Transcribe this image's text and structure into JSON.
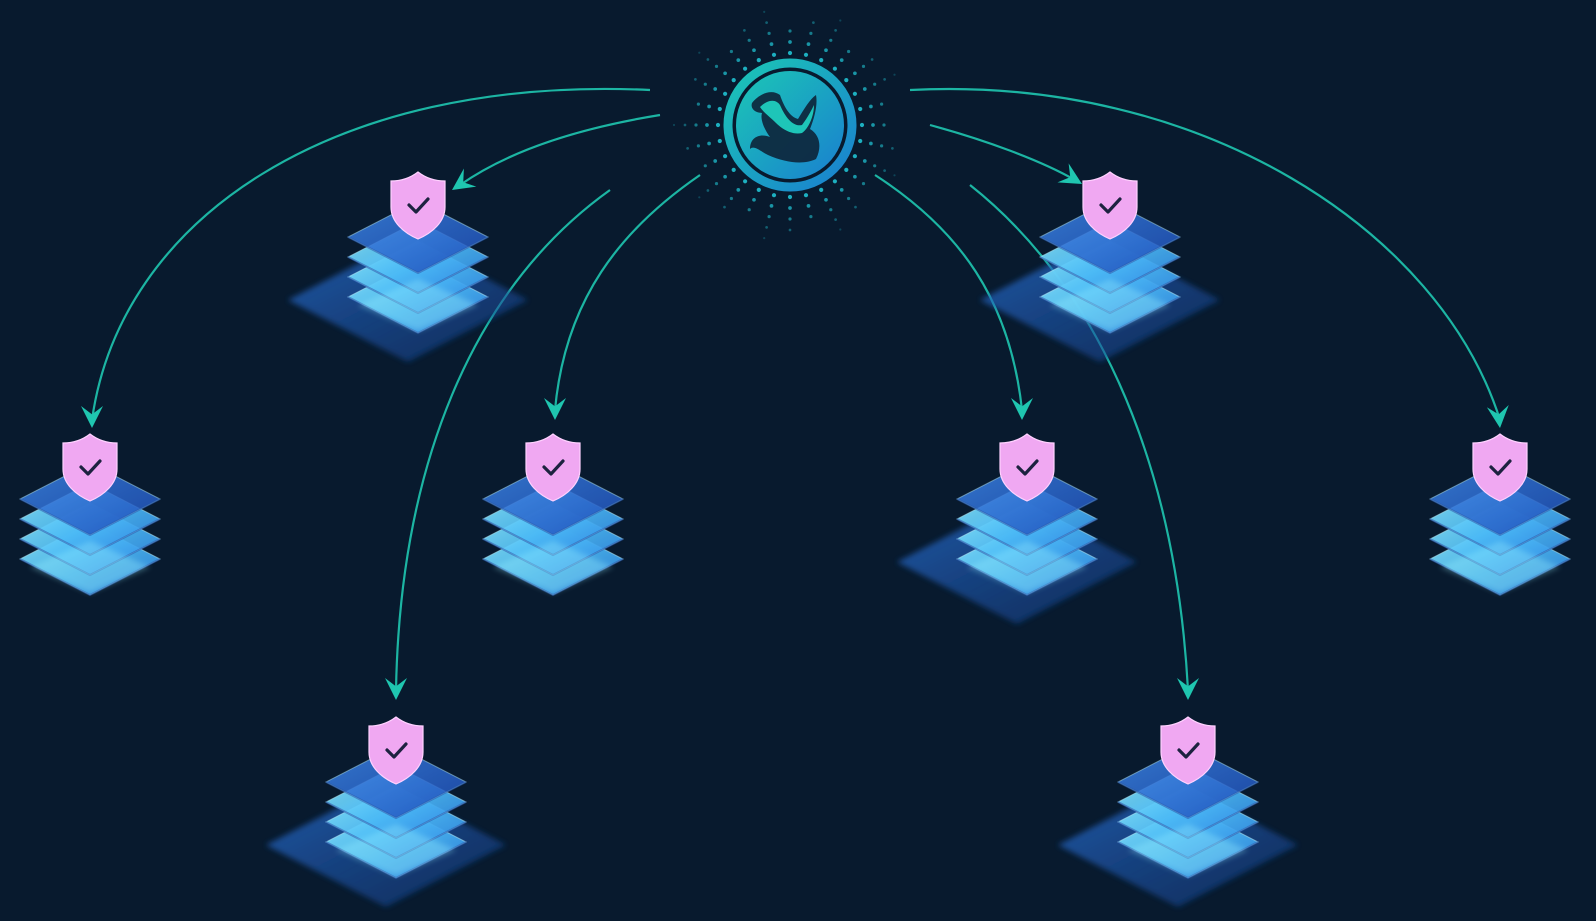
{
  "diagram": {
    "hub": {
      "icon": "rhino-logo-icon"
    },
    "nodes": [
      {
        "id": "node-upper-left",
        "icon": "shield-check-icon"
      },
      {
        "id": "node-upper-right",
        "icon": "shield-check-icon"
      },
      {
        "id": "node-far-left",
        "icon": "shield-check-icon"
      },
      {
        "id": "node-mid-left",
        "icon": "shield-check-icon"
      },
      {
        "id": "node-mid-right",
        "icon": "shield-check-icon"
      },
      {
        "id": "node-far-right",
        "icon": "shield-check-icon"
      },
      {
        "id": "node-bottom-left",
        "icon": "shield-check-icon"
      },
      {
        "id": "node-bottom-right",
        "icon": "shield-check-icon"
      }
    ],
    "edges": [
      {
        "from": "hub",
        "to": "node-upper-left"
      },
      {
        "from": "hub",
        "to": "node-upper-right"
      },
      {
        "from": "hub",
        "to": "node-far-left"
      },
      {
        "from": "hub",
        "to": "node-mid-left"
      },
      {
        "from": "hub",
        "to": "node-mid-right"
      },
      {
        "from": "hub",
        "to": "node-far-right"
      },
      {
        "from": "hub",
        "to": "node-bottom-left"
      },
      {
        "from": "hub",
        "to": "node-bottom-right"
      }
    ],
    "colors": {
      "background": "#081a2e",
      "arrow": "#1fc6b0",
      "hub_ring": "#18a9c9",
      "shield": "#f0a8f2",
      "layer_light": "#7fe3ff",
      "layer_dark": "#2a6fd8"
    }
  }
}
